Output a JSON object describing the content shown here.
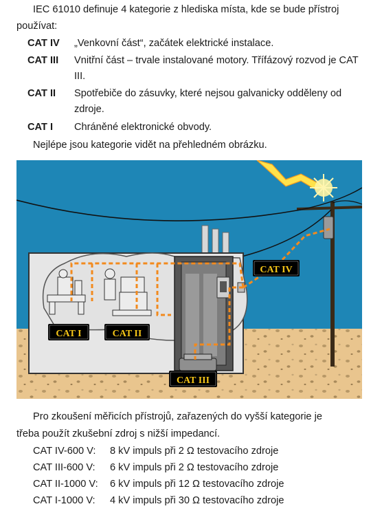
{
  "intro": {
    "line1": "IEC 61010 definuje 4 kategorie z hlediska místa, kde se bude přístroj",
    "line2": "používat:"
  },
  "categories": [
    {
      "label": "CAT IV",
      "desc": "„Venkovní část“, začátek elektrické instalace."
    },
    {
      "label": "CAT III",
      "desc": "Vnitřní část – trvale instalované motory. Třífázový rozvod je CAT III."
    },
    {
      "label": "CAT II",
      "desc": "Spotřebiče do zásuvky, které nejsou galvanicky odděleny od zdroje."
    },
    {
      "label": "CAT I",
      "desc": "Chráněné elektronické obvody."
    }
  ],
  "lead": "Nejlépe jsou kategorie vidět na přehledném obrázku.",
  "illustration": {
    "tags": {
      "cat1": "CAT I",
      "cat2": "CAT II",
      "cat3": "CAT III",
      "cat4": "CAT IV"
    },
    "colors": {
      "sky": "#1e86b6",
      "ground": "#e9c58e",
      "building": "#e6e6e6",
      "wire": "#f28a1e",
      "tag_bg": "#000000",
      "tag_text": "#f5c518"
    }
  },
  "test": {
    "line1": "Pro zkoušení měřicích přístrojů, zařazených do vyšší kategorie je",
    "line2": "třeba použít zkušební zdroj s nižší impedancí."
  },
  "specs": [
    {
      "name": "CAT IV-600 V:",
      "value": "8 kV impuls při 2 Ω testovacího zdroje"
    },
    {
      "name": "CAT III-600 V:",
      "value": "6 kV impuls při 2 Ω testovacího zdroje"
    },
    {
      "name": "CAT II-1000 V:",
      "value": "6 kV impuls při 12 Ω testovacího zdroje"
    },
    {
      "name": "CAT I-1000 V:",
      "value": "4 kV impuls při 30 Ω testovacího zdroje"
    }
  ]
}
